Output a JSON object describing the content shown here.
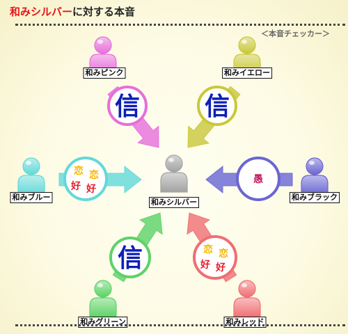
{
  "title": {
    "accent": "和みシルバー",
    "rest": "に対する本音"
  },
  "subtitle": "＜本音チェッカー＞",
  "center": {
    "label": "和みシルバー",
    "color": "#a3a3a3"
  },
  "people": [
    {
      "id": "pink",
      "label": "和みピンク",
      "color": "#e66fd9",
      "message_type": "trust",
      "message": "信"
    },
    {
      "id": "yellow",
      "label": "和みイエロー",
      "color": "#c9c83a",
      "message_type": "trust",
      "message": "信"
    },
    {
      "id": "blue",
      "label": "和みブルー",
      "color": "#63d9d8",
      "message_type": "love",
      "message": [
        "恋",
        "恋",
        "好",
        "好"
      ]
    },
    {
      "id": "black",
      "label": "和みブラック",
      "color": "#6a66d2",
      "message_type": "foolish",
      "message": "愚"
    },
    {
      "id": "green",
      "label": "和みグリーン",
      "color": "#5ed266",
      "message_type": "trust",
      "message": "信"
    },
    {
      "id": "red",
      "label": "和みレッド",
      "color": "#ef6f72",
      "message_type": "love",
      "message": [
        "恋",
        "恋",
        "好",
        "好"
      ]
    }
  ],
  "colors": {
    "trust_text": "#0d1fb5",
    "love_red": "#e4202e",
    "love_yellow": "#f5b800",
    "foolish_text": "#c2185b"
  }
}
